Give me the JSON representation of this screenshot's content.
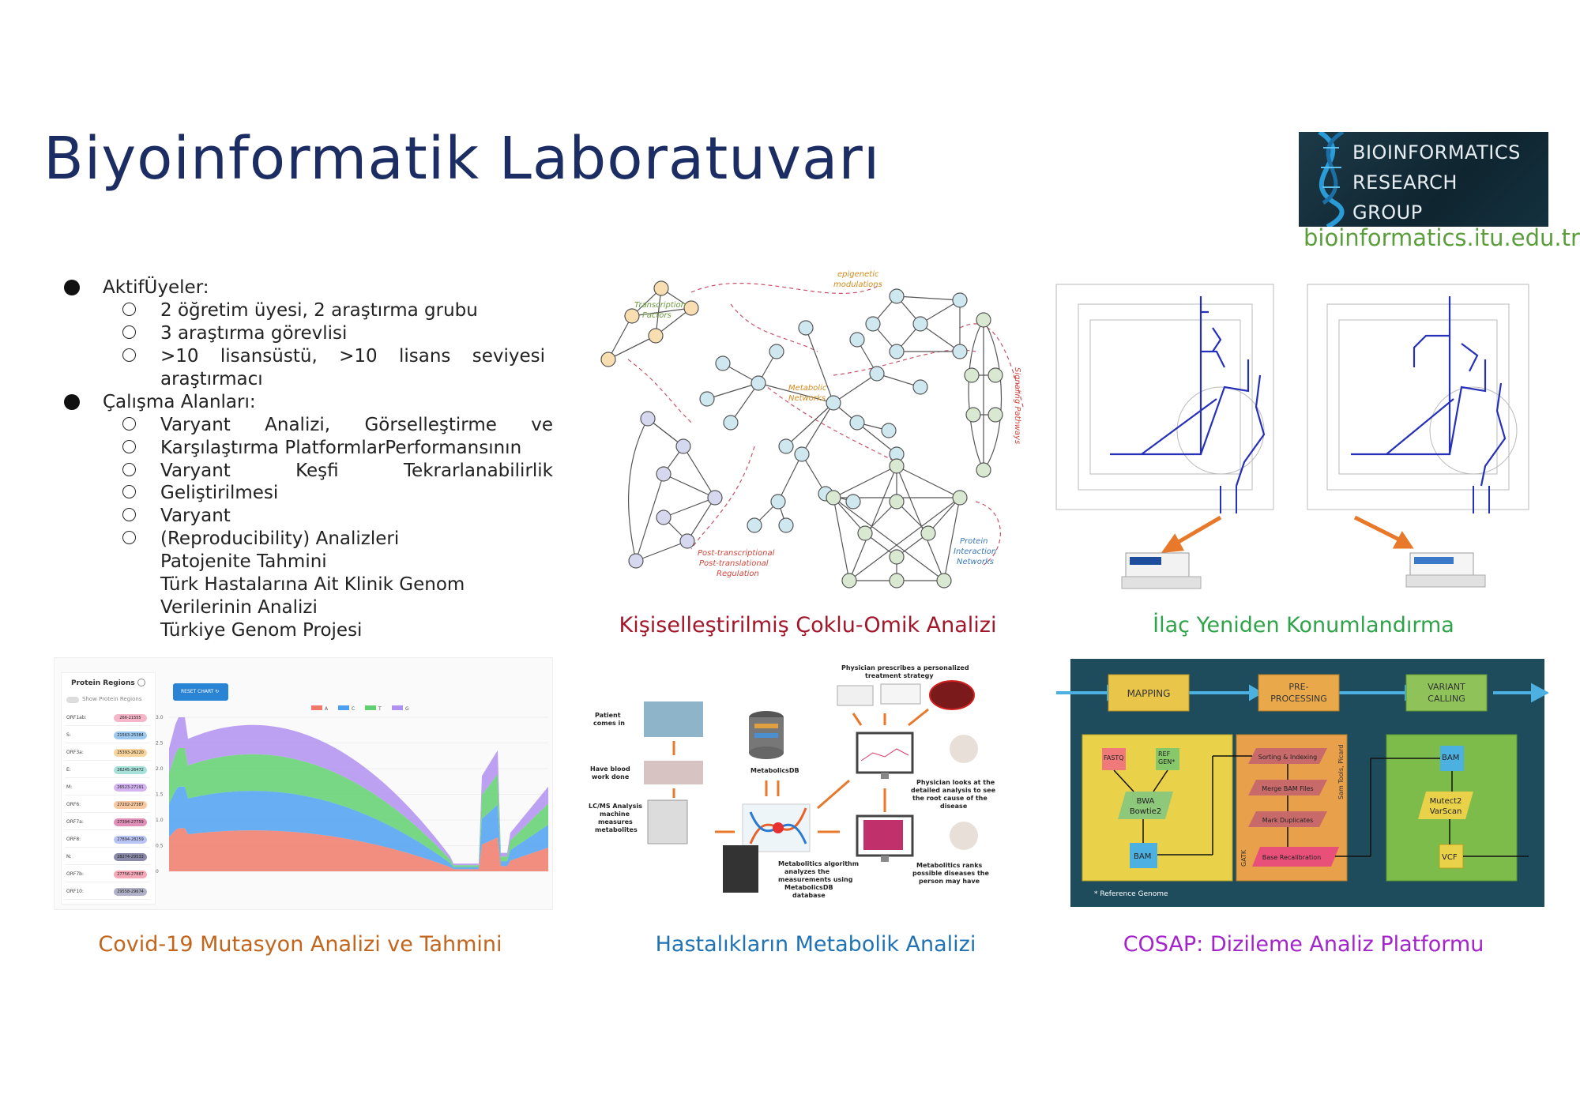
{
  "title": "Biyoinformatik Laboratuvarı",
  "logo": {
    "lines": [
      "BIOINFORMATICS",
      "RESEARCH",
      "GROUP"
    ],
    "url": "bioinformatics.itu.edu.tr"
  },
  "members": {
    "heading": "AktifÜyeler:",
    "items": [
      "2 öğretim üyesi, 2 araştırma grubu",
      "3 araştırma görevlisi",
      ">10 lisansüstü, >10 lisans seviyesi",
      "araştırmacı"
    ]
  },
  "areas": {
    "heading": "Çalışma Alanları:",
    "lines": [
      "Varyant Analizi, Görselleştirme ve",
      "Karşılaştırma PlatformlarPerformansının",
      "Varyant Keşfi Tekrarlanabilirlik",
      "Geliştirilmesi",
      "Varyant",
      "(Reproducibility) Analizleri",
      "Patojenite Tahmini",
      "Türk Hastalarına Ait Klinik Genom",
      "Verilerinin Analizi",
      "Türkiye Genom Projesi"
    ]
  },
  "captions": {
    "multiomics": "Kişiselleştirilmiş Çoklu-Omik Analizi",
    "drug": "İlaç Yeniden Konumlandırma",
    "covid": "Covid-19 Mutasyon Analizi ve Tahmini",
    "metabolic": "Hastalıkların Metabolik Analizi",
    "cosap": "COSAP: Dizileme Analiz Platformu"
  },
  "colors": {
    "title": "#1b2d63",
    "multiomics": "#a3162a",
    "drug": "#2fa34a",
    "covid": "#c2651d",
    "metabolic": "#1f73b4",
    "cosap": "#a325c9"
  },
  "network": {
    "labels": [
      "Transcription Factors",
      "epigenetic modulations",
      "Metabolic Networks",
      "Signaling Pathways",
      "Post-transcriptional",
      "Post-translational",
      "Regulation",
      "Protein Interaction Networks"
    ]
  },
  "covid_chart": {
    "panel_title": "Protein Regions",
    "reset_label": "RESET CHART",
    "toggle_label": "Show Protein Regions",
    "regions": [
      {
        "name": "ORF1ab:",
        "range": "266-21555"
      },
      {
        "name": "S:",
        "range": "21563-25384"
      },
      {
        "name": "ORF3a:",
        "range": "25393-26220"
      },
      {
        "name": "E:",
        "range": "26245-26472"
      },
      {
        "name": "M:",
        "range": "26523-27191"
      },
      {
        "name": "ORF6:",
        "range": "27202-27387"
      },
      {
        "name": "ORF7a:",
        "range": "27394-27759"
      },
      {
        "name": "ORF8:",
        "range": "27894-28259"
      },
      {
        "name": "N:",
        "range": "28274-29533"
      },
      {
        "name": "ORF7b:",
        "range": "27756-27887"
      },
      {
        "name": "ORF10:",
        "range": "29558-29674"
      }
    ],
    "legend": [
      "A",
      "C",
      "T",
      "G"
    ],
    "yticks": [
      "3.0",
      "2.5",
      "2.0",
      "1.5",
      "1.0",
      "0.5",
      "0"
    ]
  },
  "metabolic": {
    "labels": [
      "Patient comes in",
      "Have blood work done",
      "LC/MS Analysis machine measures metabolites",
      "MetabolicsDB",
      "Physician prescribes a personalized treatment strategy",
      "Physician looks at the detailed analysis to see the root cause of the disease",
      "Metabolitics algorithm analyzes the measurements using MetabolicsDB database",
      "Metabolitics ranks possible diseases the person may have"
    ]
  },
  "cosap": {
    "stages": [
      "MAPPING",
      "PRE-PROCESSING",
      "VARIANT CALLING"
    ],
    "boxes": [
      "FASTQ",
      "REF GEN*",
      "BWA Bowtie2",
      "BAM",
      "Sorting & Indexing",
      "Merge BAM Files",
      "Mark Duplicates",
      "Base Recalibration",
      "BAM",
      "Mutect2 VarScan",
      "VCF"
    ],
    "side_labels": [
      "Sam Tools, Picard",
      "GATK"
    ],
    "footnote": "* Reference Genome"
  }
}
